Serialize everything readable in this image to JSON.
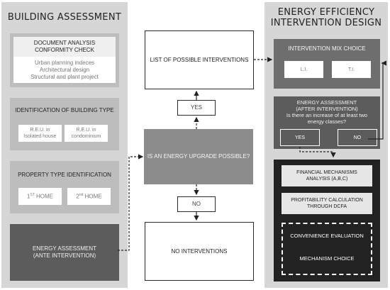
{
  "building_assessment": {
    "title": "BUILDING ASSESSMENT",
    "document_analysis": {
      "title_line1": "DOCUMENT ANALYSIS",
      "title_line2": "CONFORMITY CHECK",
      "items": [
        "Urban planning indeces",
        "Architectural design",
        "Structural and plant project"
      ]
    },
    "building_type": {
      "title": "IDENTIFICATION OF BUILDING TYPE",
      "option1_line1": "R.E.U. in",
      "option1_line2": "Isolated house",
      "option2_line1": "R.E.U. in",
      "option2_line2": "condominium"
    },
    "property_type": {
      "title": "PROPERTY TYPE IDENTIFICATION",
      "option1_num": "1",
      "option1_sup": "ST",
      "option1_text": " HOME",
      "option2_num": "2",
      "option2_sup": "nd",
      "option2_text": " HOME"
    },
    "energy_assessment_ante": {
      "line1": "ENERGY ASSESSMENT",
      "line2": "(ANTE INTERVENTION)"
    }
  },
  "center": {
    "list_interventions": "LIST OF POSSIBLE INTERVENTIONS",
    "yes": "YES",
    "question": "IS AN ENERGY UPGRADE POSSIBLE?",
    "no": "NO",
    "no_interventions": "NO INTERVENTIONS"
  },
  "energy_efficiency": {
    "title_line1": "ENERGY EFFICIENCY",
    "title_line2": "INTERVENTION DESIGN",
    "mix_choice": {
      "title": "INTERVENTION MIX CHOICE",
      "option1": "L.I.",
      "option2": "T.I."
    },
    "energy_assessment_after": {
      "line1": "ENERGY ASSESSMENT",
      "line2": "(AFTER INTERVENTION)",
      "question_line1": "Is there an increase of at least two",
      "question_line2": "energy classes?",
      "yes": "YES",
      "no": "NO"
    },
    "financial": {
      "mechanisms_line1": "FINANCIAL MECHANISMS",
      "mechanisms_line2": "ANALYSIS (A,B,C)",
      "profitability_line1": "PROFITABILITY CALCULATION",
      "profitability_line2": "THROUGH DCFA",
      "convenience": "CONVENIENCE EVALUATION",
      "mechanism_choice": "MECHANISM CHOICE"
    }
  }
}
